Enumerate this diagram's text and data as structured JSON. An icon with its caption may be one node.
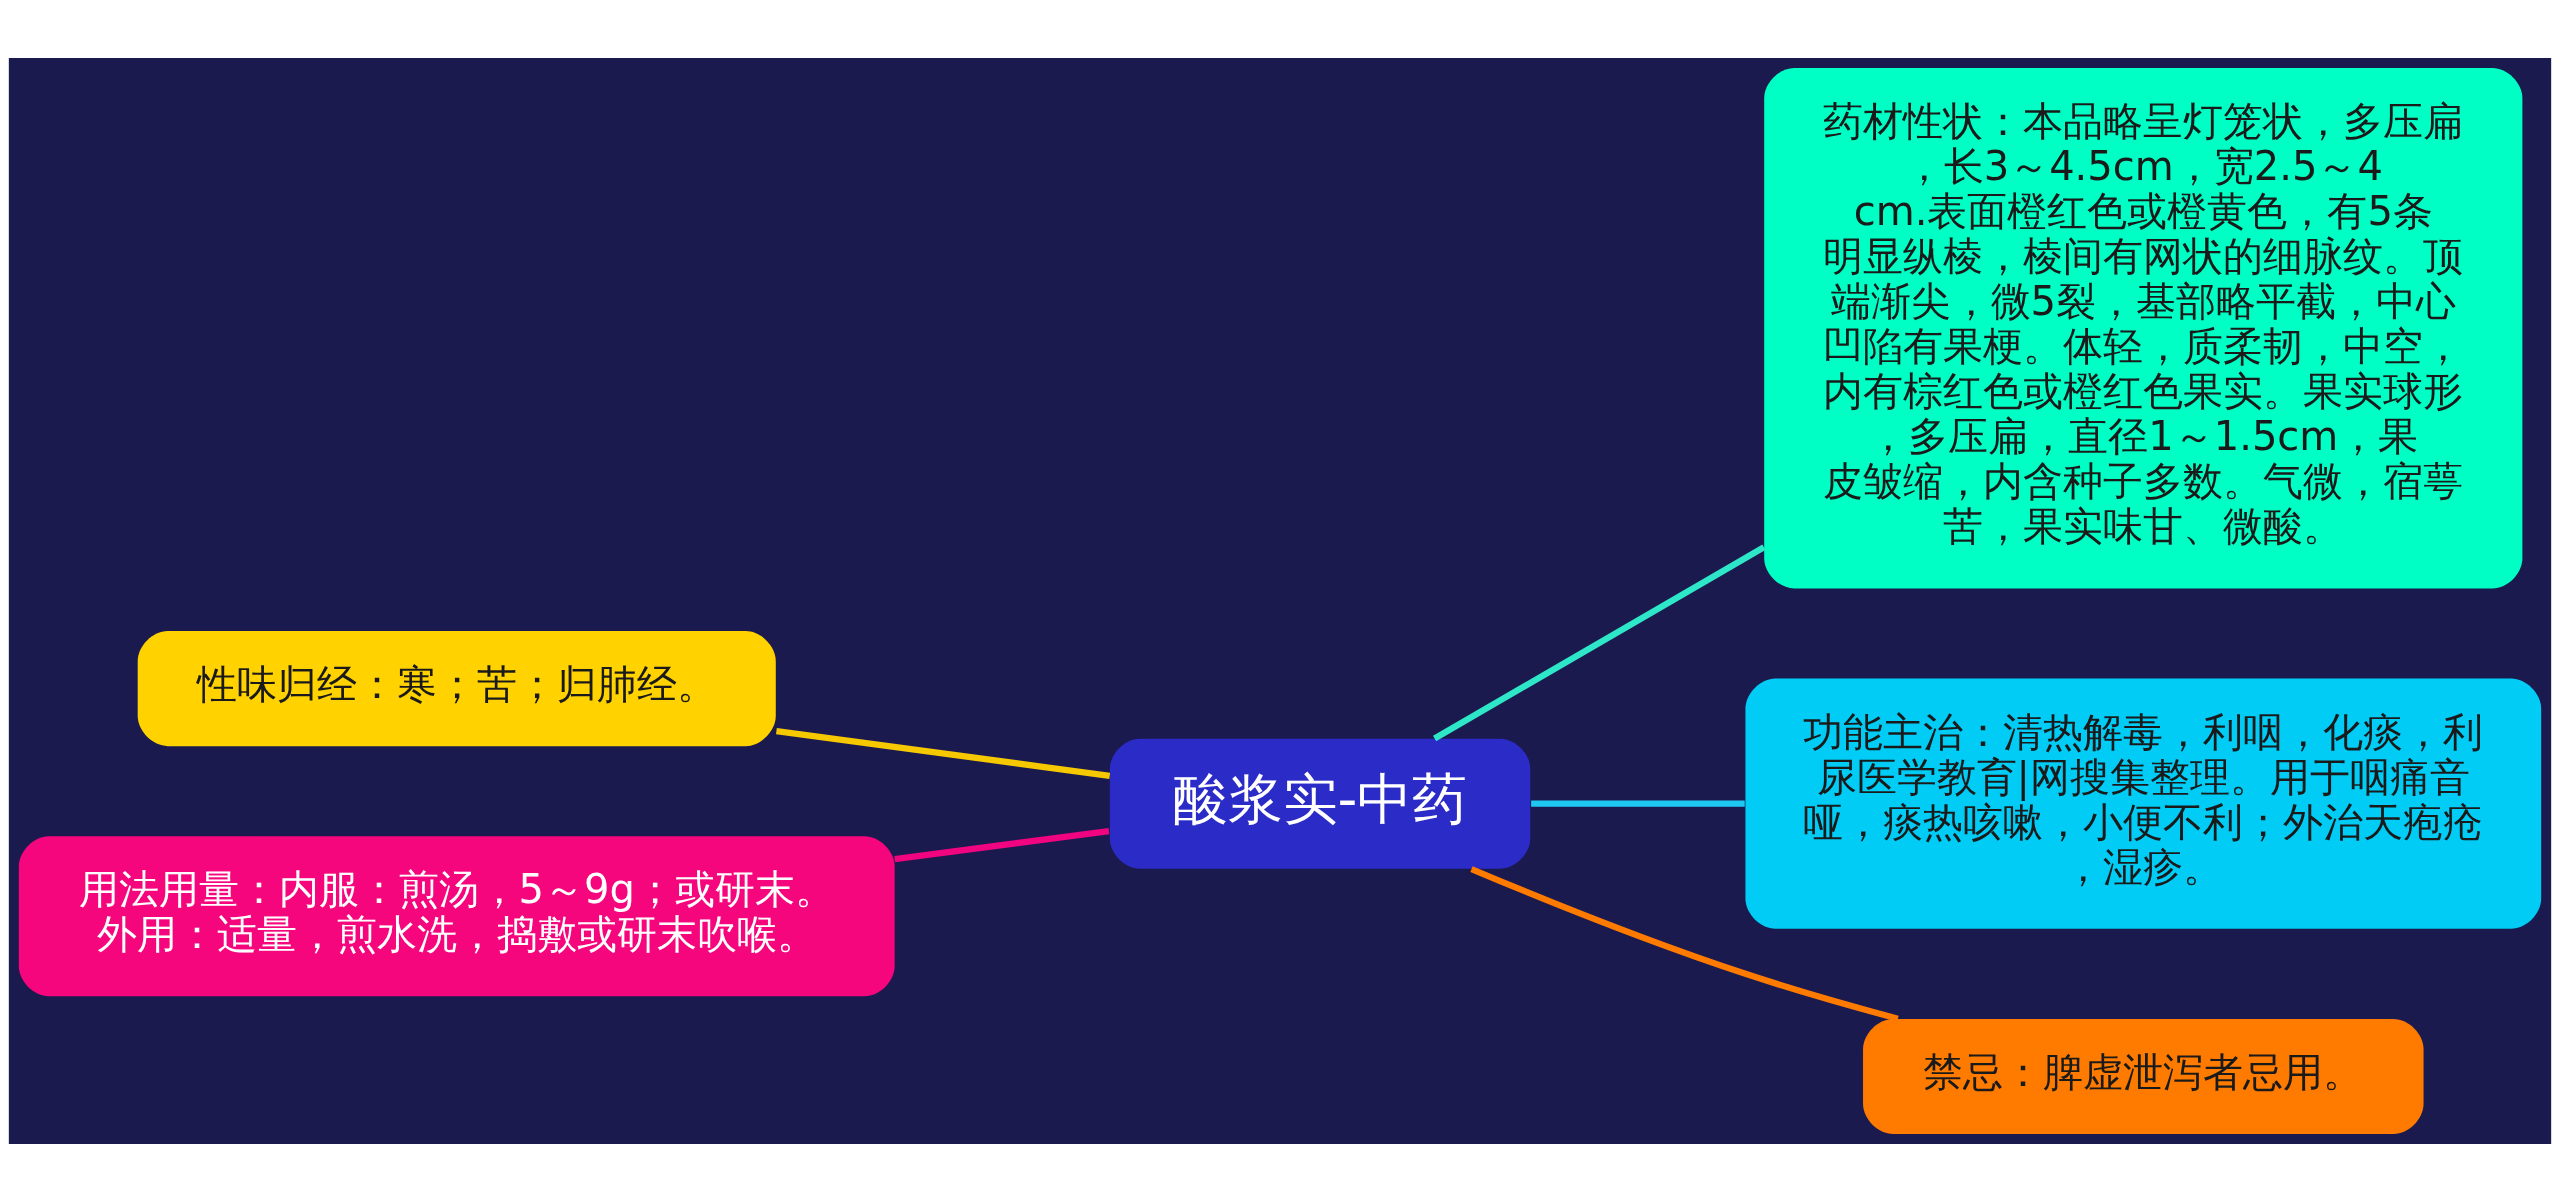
{
  "diagram": {
    "nodes": [
      {
        "text": [
          "酸浆实-中药"
        ]
      },
      {
        "text": [
          "药材性状：本品略呈灯笼状，多压扁，长3～4.5cm，宽2.5～4cm.表面橙红色或橙黄色，有5条明显纵棱，棱间有网状的细脉纹。顶端渐尖，微5裂，基部略平截，中心凹陷有果梗。体轻，质柔韧，中空，内有棕红色或橙红色果实。果实球形，多压扁，直径1～1.5cm，果皮皱缩，内含种子多数。气微，宿萼苦，果实味甘、微酸。"
        ]
      },
      {
        "text": [
          "性味归经：寒；苦；归肺经。"
        ]
      },
      {
        "text": [
          "用法用量：内服：煎汤，5～9g；或研末。外用：适量，煎水洗，捣敷或研末吹喉。"
        ]
      },
      {
        "text": [
          "功能主治：清热解毒，利咽，化痰，利尿医学教育|网搜集整理。用于咽痛音哑，痰热咳嗽，小便不利；外治天疱疮，湿疹。"
        ]
      },
      {
        "text": [
          "禁忌：脾虚泄泻者忌用。"
        ]
      }
    ],
    "edges": [
      {
        "from": 0,
        "to": 1,
        "arrow": "none",
        "color": "#2ee6c8"
      },
      {
        "from": 0,
        "to": 2,
        "arrow": "none",
        "color": "#f5c800"
      },
      {
        "from": 0,
        "to": 3,
        "arrow": "none",
        "color": "#f0047f"
      },
      {
        "from": 0,
        "to": 4,
        "arrow": "none",
        "color": "#1ec8f0"
      },
      {
        "from": 0,
        "to": 5,
        "arrow": "none",
        "color": "#ff7b00"
      }
    ]
  }
}
